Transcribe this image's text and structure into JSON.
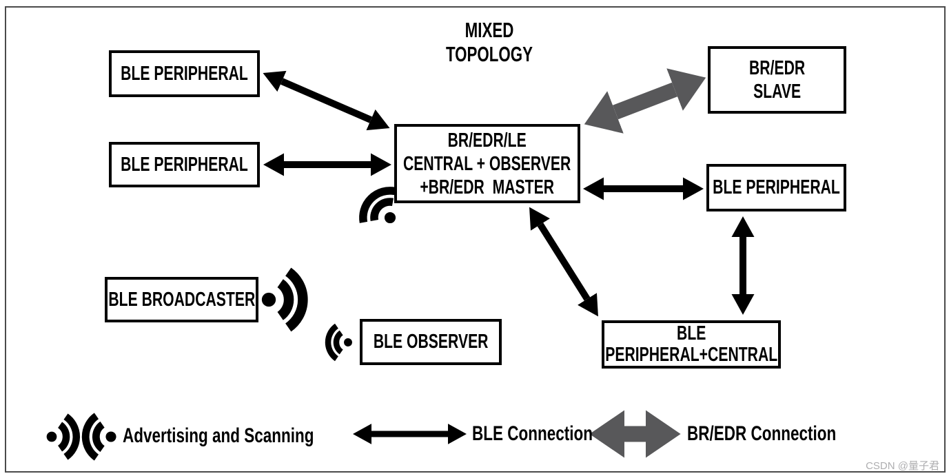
{
  "title": {
    "line1": "MIXED",
    "line2": "TOPOLOGY"
  },
  "nodes": {
    "ble_peripheral_1": {
      "label": "BLE PERIPHERAL"
    },
    "ble_peripheral_2": {
      "label": "BLE PERIPHERAL"
    },
    "central": {
      "line1": "BR/EDR/LE",
      "line2": "CENTRAL + OBSERVER",
      "line3": "+BR/EDR  MASTER"
    },
    "br_edr_slave": {
      "line1": "BR/EDR",
      "line2": "SLAVE"
    },
    "ble_peripheral_3": {
      "label": "BLE PERIPHERAL"
    },
    "ble_peripheral_central": {
      "line1": "BLE",
      "line2": "PERIPHERAL+CENTRAL"
    },
    "ble_broadcaster": {
      "label": "BLE BROADCASTER"
    },
    "ble_observer": {
      "label": "BLE OBSERVER"
    }
  },
  "legend": {
    "advertising_label": "Advertising and Scanning",
    "ble_connection_label": "BLE Connection",
    "br_edr_connection_label": "BR/EDR Connection"
  },
  "icons": {
    "broadcaster": "radio-waves-right-icon",
    "observer": "radio-waves-left-icon",
    "central_scan": "radio-waves-down-left-icon",
    "legend_advertising": "radio-waves-right-icon",
    "legend_scanning": "radio-waves-left-icon"
  },
  "connections": [
    {
      "type": "BLE",
      "from": "BLE PERIPHERAL (top left)",
      "to": "BR/EDR/LE CENTRAL + OBSERVER +BR/EDR MASTER"
    },
    {
      "type": "BLE",
      "from": "BLE PERIPHERAL (mid left)",
      "to": "BR/EDR/LE CENTRAL + OBSERVER +BR/EDR MASTER"
    },
    {
      "type": "BR/EDR",
      "from": "BR/EDR/LE CENTRAL + OBSERVER +BR/EDR MASTER",
      "to": "BR/EDR SLAVE"
    },
    {
      "type": "BLE",
      "from": "BR/EDR/LE CENTRAL + OBSERVER +BR/EDR MASTER",
      "to": "BLE PERIPHERAL (right)"
    },
    {
      "type": "BLE",
      "from": "BLE PERIPHERAL (right)",
      "to": "BLE PERIPHERAL+CENTRAL"
    },
    {
      "type": "BLE",
      "from": "BR/EDR/LE CENTRAL + OBSERVER +BR/EDR MASTER",
      "to": "BLE PERIPHERAL+CENTRAL"
    }
  ],
  "colors": {
    "black": "#000000",
    "gray_arrow": "#58585a",
    "frame_border": "#4a4a4a",
    "watermark": "#aeaeb0"
  },
  "watermark": "CSDN @量子君"
}
